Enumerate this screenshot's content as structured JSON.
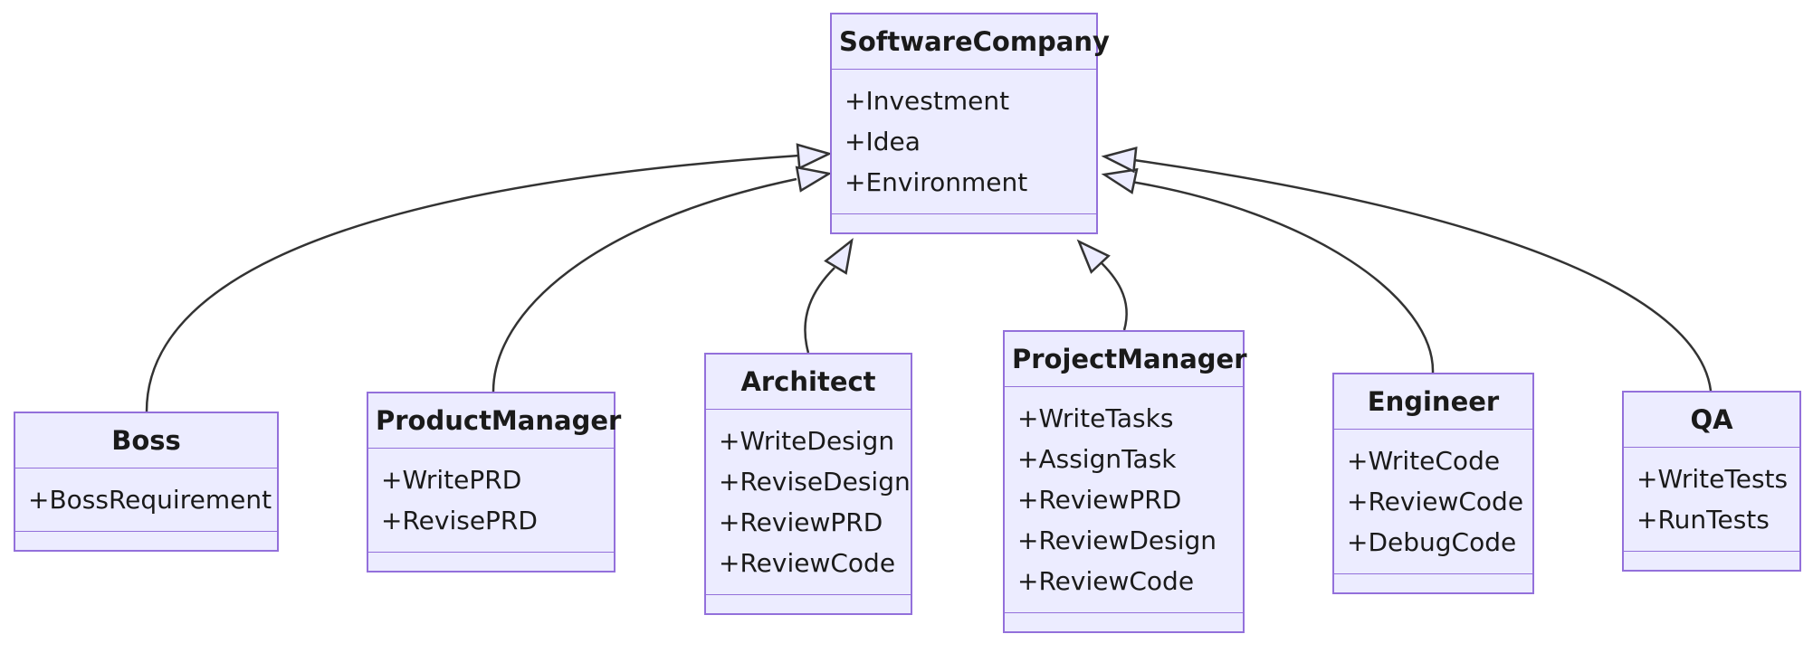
{
  "diagram": {
    "kind": "uml-class-diagram",
    "classes": [
      {
        "name": "SoftwareCompany",
        "members": [
          "+Investment",
          "+Idea",
          "+Environment"
        ]
      },
      {
        "name": "Boss",
        "members": [
          "+BossRequirement"
        ]
      },
      {
        "name": "ProductManager",
        "members": [
          "+WritePRD",
          "+RevisePRD"
        ]
      },
      {
        "name": "Architect",
        "members": [
          "+WriteDesign",
          "+ReviseDesign",
          "+ReviewPRD",
          "+ReviewCode"
        ]
      },
      {
        "name": "ProjectManager",
        "members": [
          "+WriteTasks",
          "+AssignTask",
          "+ReviewPRD",
          "+ReviewDesign",
          "+ReviewCode"
        ]
      },
      {
        "name": "Engineer",
        "members": [
          "+WriteCode",
          "+ReviewCode",
          "+DebugCode"
        ]
      },
      {
        "name": "QA",
        "members": [
          "+WriteTests",
          "+RunTests"
        ]
      }
    ],
    "relations": [
      {
        "from": "Boss",
        "to": "SoftwareCompany",
        "type": "inheritance"
      },
      {
        "from": "ProductManager",
        "to": "SoftwareCompany",
        "type": "inheritance"
      },
      {
        "from": "Architect",
        "to": "SoftwareCompany",
        "type": "inheritance"
      },
      {
        "from": "ProjectManager",
        "to": "SoftwareCompany",
        "type": "inheritance"
      },
      {
        "from": "Engineer",
        "to": "SoftwareCompany",
        "type": "inheritance"
      },
      {
        "from": "QA",
        "to": "SoftwareCompany",
        "type": "inheritance"
      }
    ],
    "colors": {
      "box_fill": "#ECECFF",
      "box_border": "#9370DB",
      "edge_stroke": "#333333",
      "text": "#1A1A1A",
      "background": "#FFFFFF"
    }
  }
}
